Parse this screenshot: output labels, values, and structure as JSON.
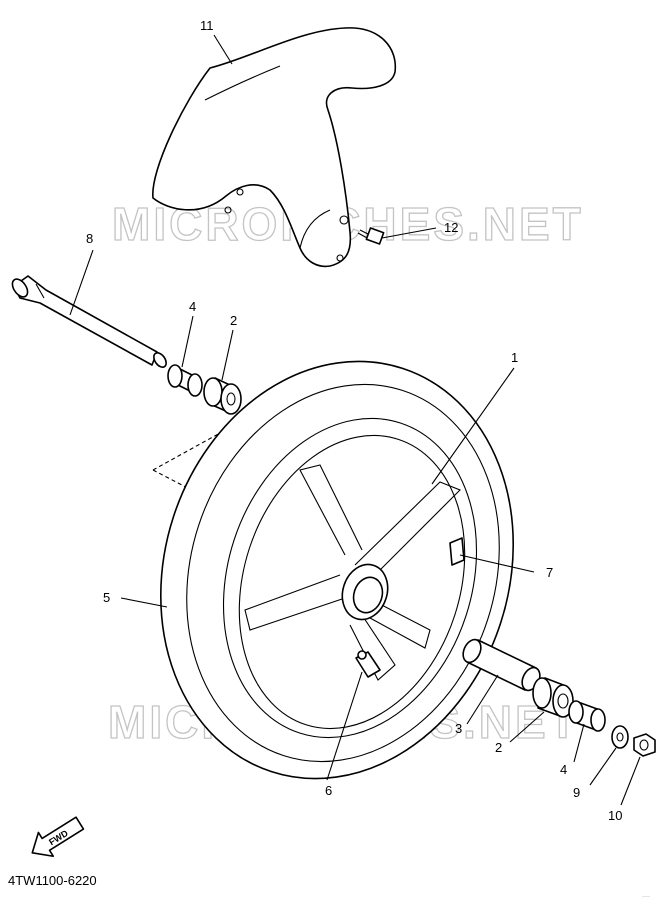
{
  "diagram": {
    "callouts": {
      "c1": "1",
      "c2a": "2",
      "c2b": "2",
      "c3": "3",
      "c4a": "4",
      "c4b": "4",
      "c5": "5",
      "c6": "6",
      "c7": "7",
      "c8": "8",
      "c9": "9",
      "c10": "10",
      "c11": "11",
      "c12": "12"
    },
    "watermark": "MICROFICHES.NET",
    "fwd_label": "FWD",
    "figure_code": "4TW1100-6220",
    "corner_mark": "····"
  }
}
